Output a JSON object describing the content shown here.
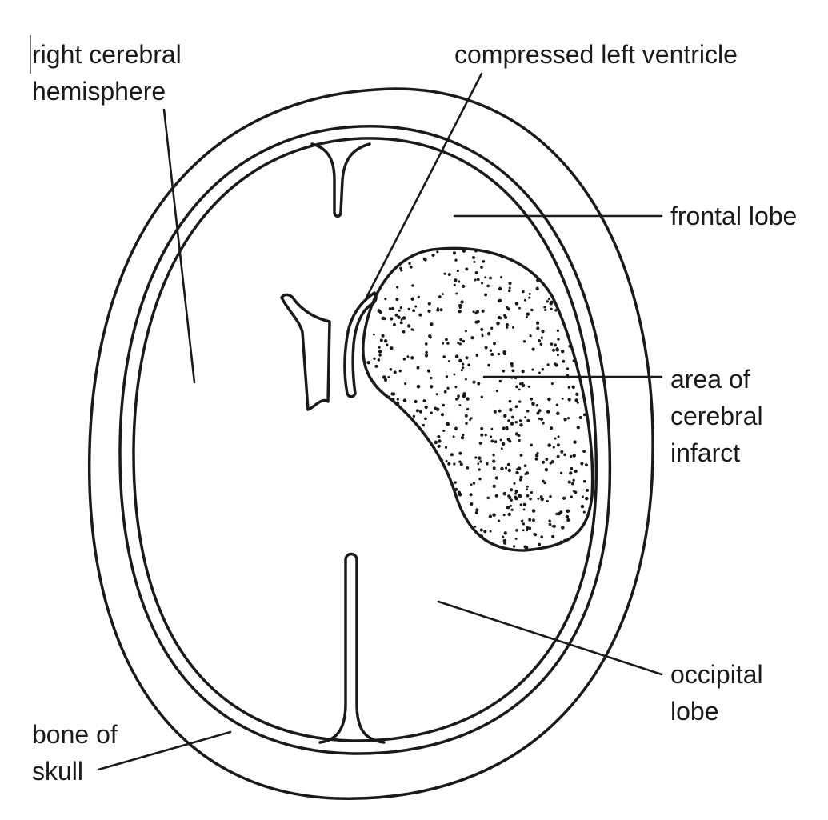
{
  "labels": {
    "right_hemisphere": [
      "right cerebral",
      "hemisphere"
    ],
    "ventricle": "compressed left ventricle",
    "frontal": "frontal lobe",
    "infarct": [
      "area of",
      "cerebral",
      "infarct"
    ],
    "occipital": [
      "occipital",
      "lobe"
    ],
    "skull": [
      "bone of",
      "skull"
    ]
  },
  "colors": {
    "ink": "#1a1a1a",
    "background": "#ffffff"
  }
}
